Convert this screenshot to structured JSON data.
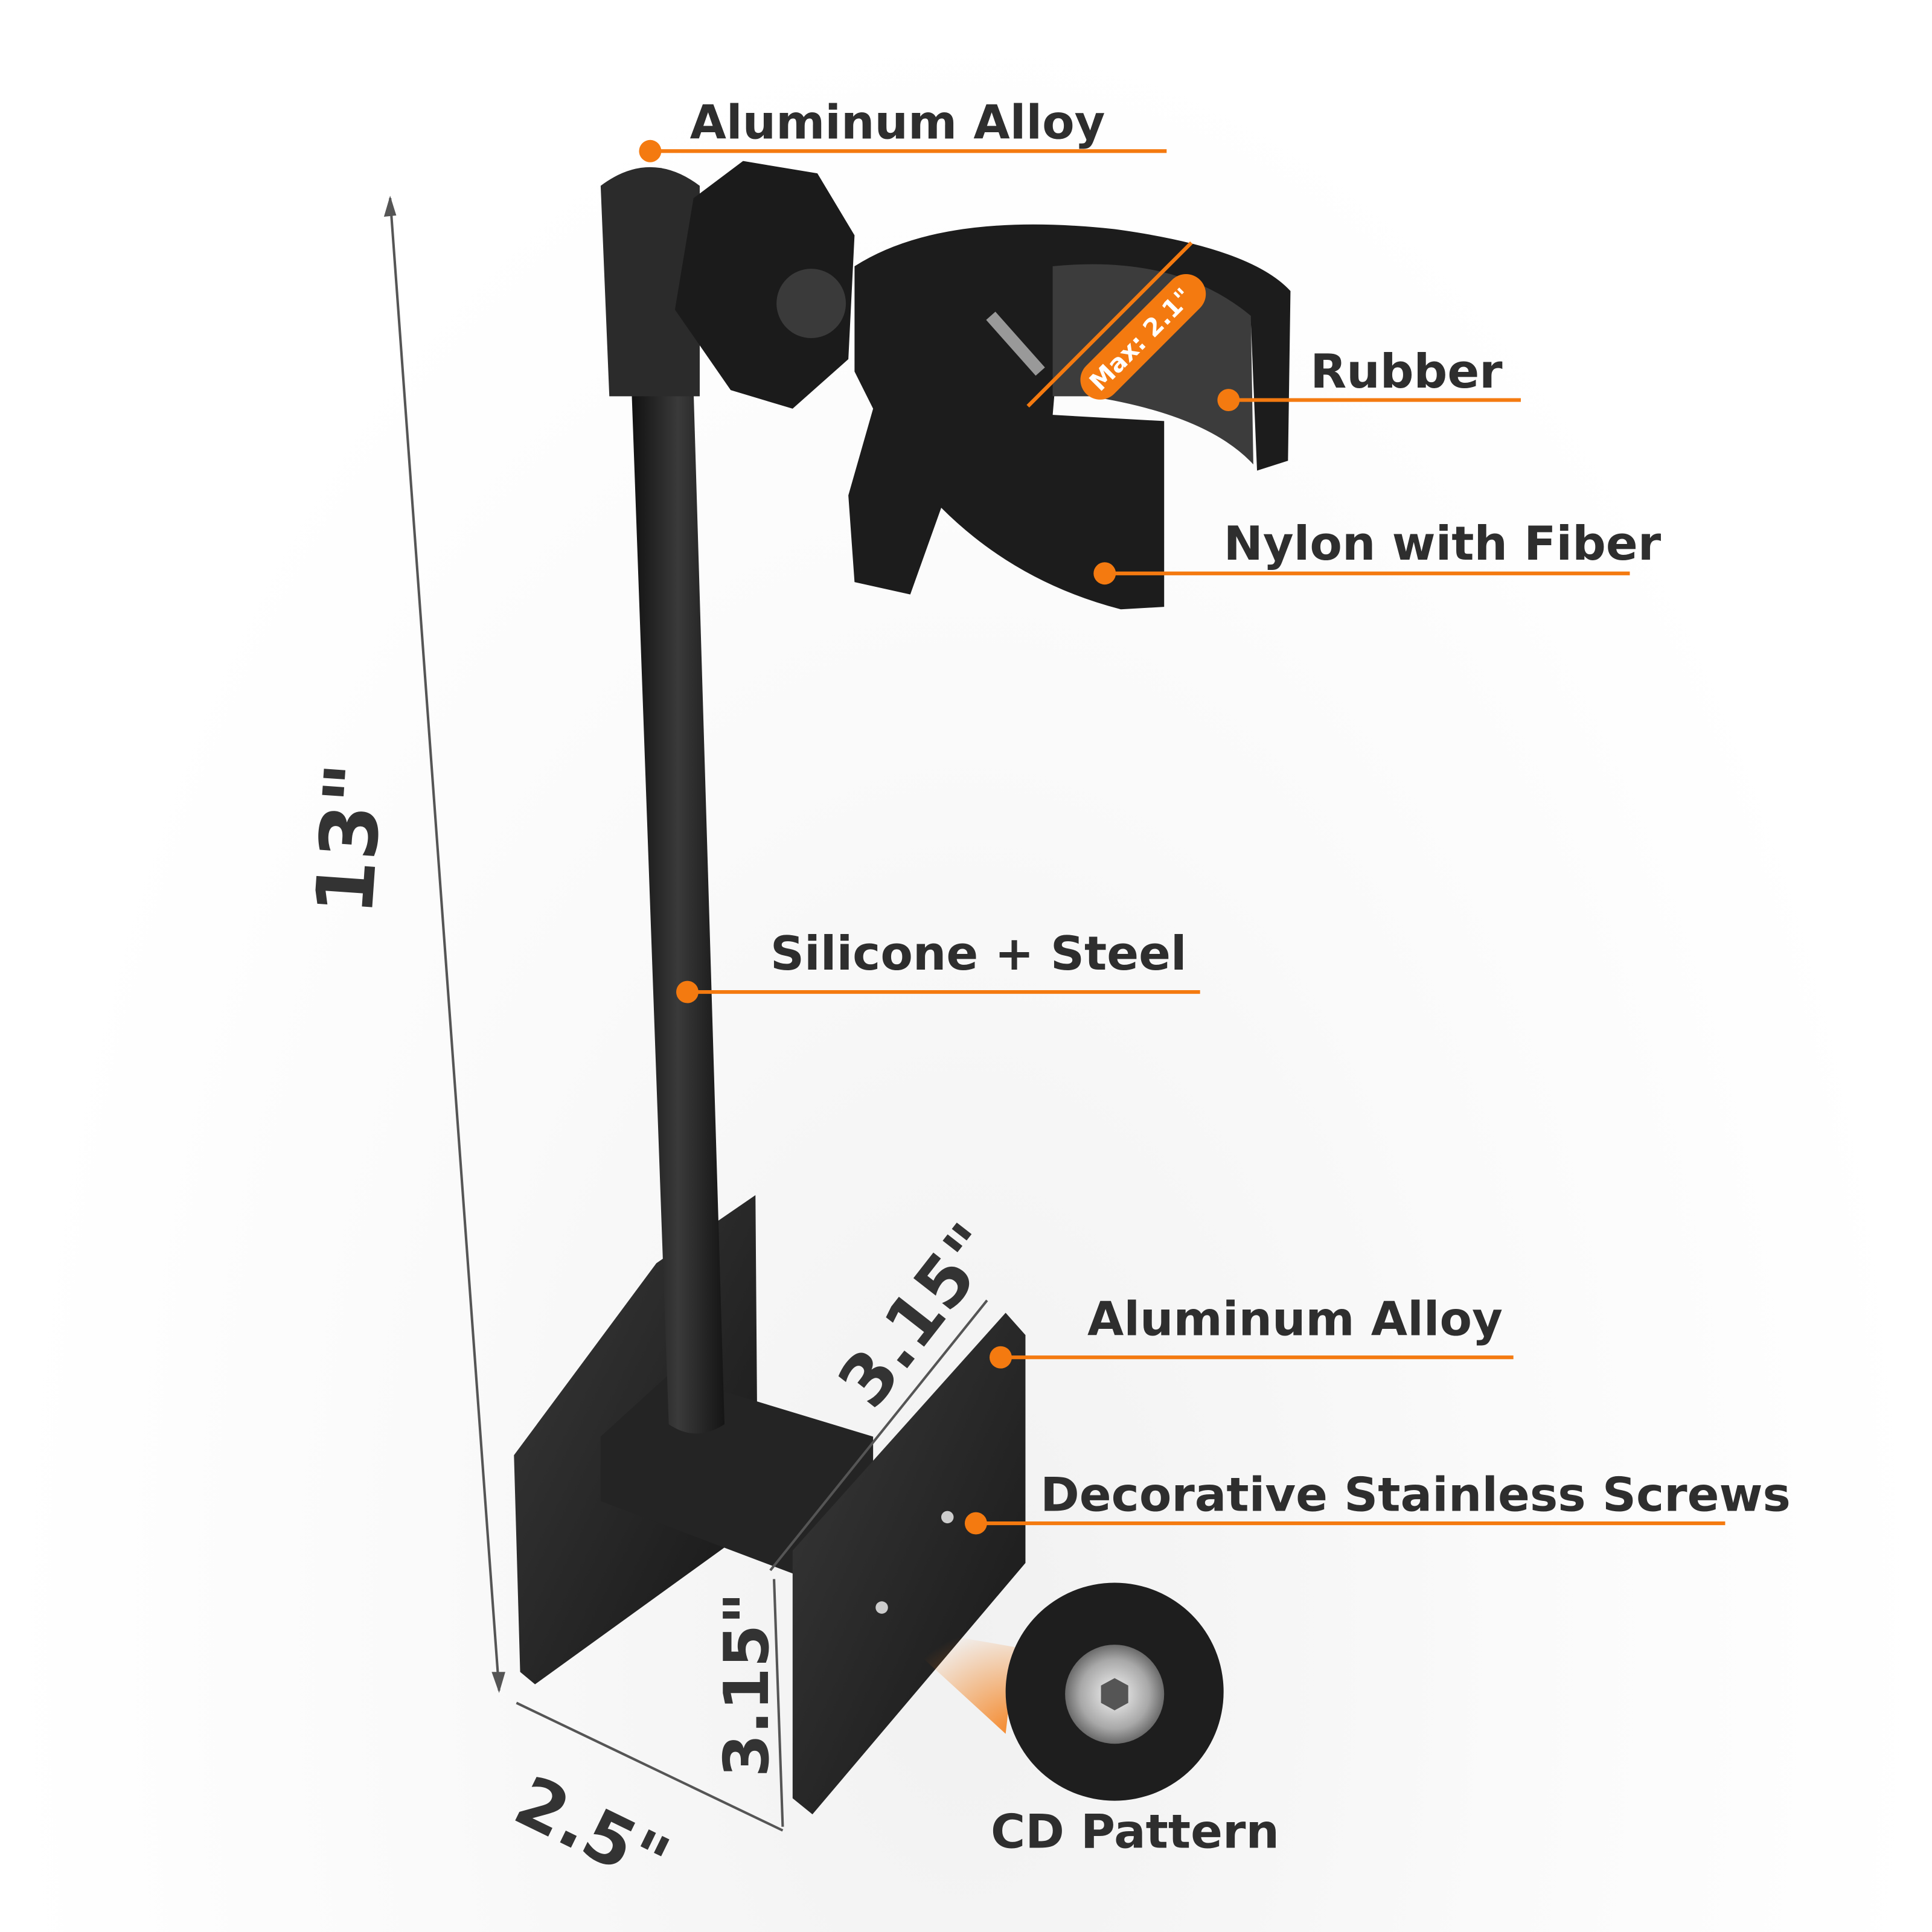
{
  "callouts": {
    "top_material": "Aluminum Alloy",
    "pad_material": "Rubber",
    "clamp_material": "Nylon with Fiber",
    "arm_material": "Silicone + Steel",
    "plate_material": "Aluminum Alloy",
    "screws": "Decorative Stainless Screws",
    "screw_detail": "CD Pattern"
  },
  "dimensions": {
    "height": "13\"",
    "plate_width": "3.15\"",
    "plate_height": "3.15\"",
    "depth": "2.5\"",
    "clamp_max": "Max: 2.1\""
  },
  "colors": {
    "accent": "#f47a10",
    "product": "#1e1e1e",
    "text": "#2e2e2e"
  }
}
